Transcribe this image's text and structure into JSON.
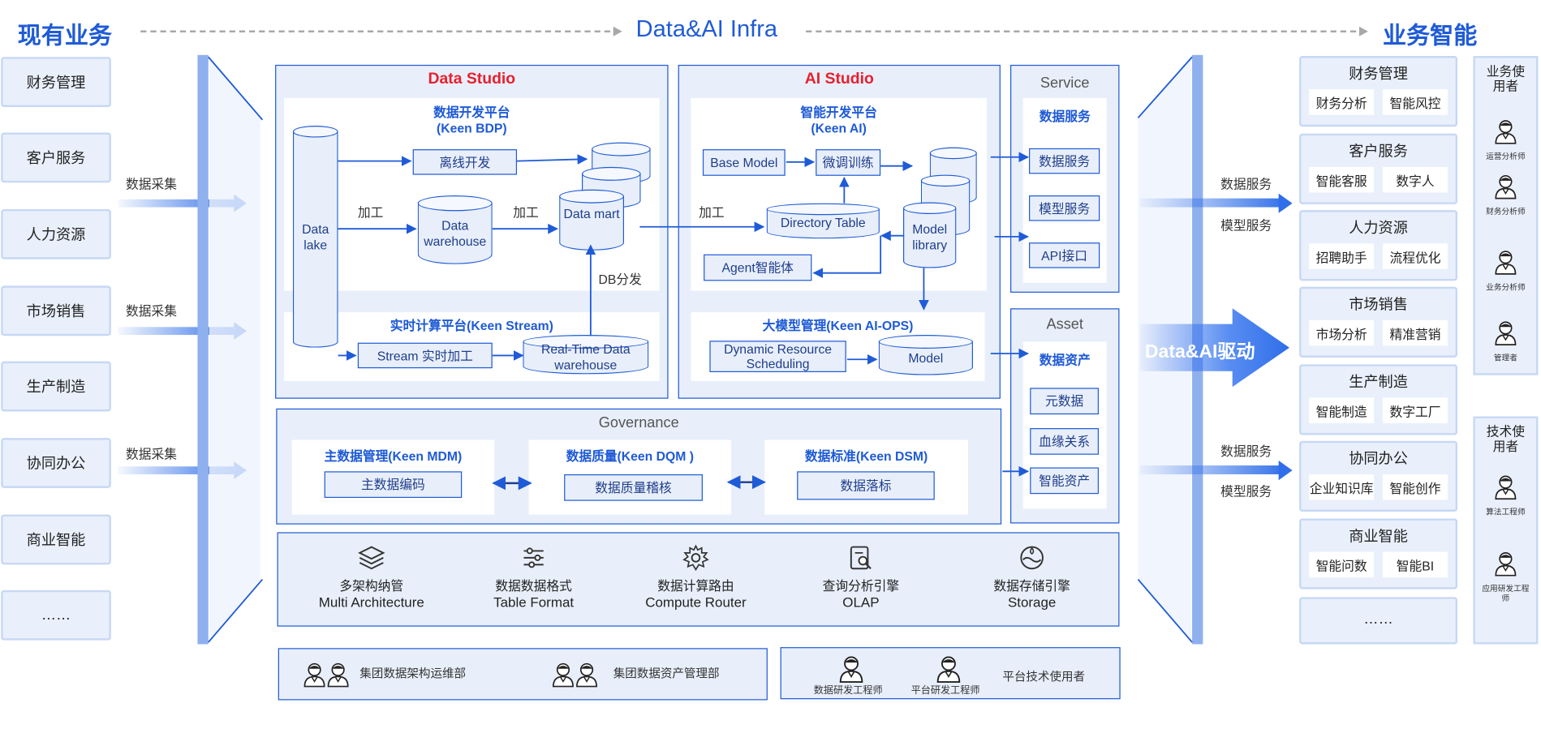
{
  "headers": {
    "left": "现有业务",
    "center": "Data&AI Infra",
    "right": "业务智能"
  },
  "left_business": [
    "财务管理",
    "客户服务",
    "人力资源",
    "市场销售",
    "生产制造",
    "协同办公",
    "商业智能",
    "……"
  ],
  "collect_label": "数据采集",
  "data_studio": {
    "title": "Data Studio",
    "bdp_title": "数据开发平台",
    "bdp_sub": "(Keen BDP)",
    "data_lake": "Data lake",
    "offline_dev": "离线开发",
    "process1": "加工",
    "process2": "加工",
    "warehouse": "Data warehouse",
    "mart": "Data mart",
    "db_dist": "DB分发",
    "stream_title": "实时计算平台(Keen Stream)",
    "stream_proc": "Stream 实时加工",
    "rt_warehouse": "Real-Time Data warehouse"
  },
  "ai_studio": {
    "title": "AI Studio",
    "dev_title": "智能开发平台",
    "dev_sub": "(Keen AI)",
    "process": "加工",
    "base_model": "Base Model",
    "finetune": "微调训练",
    "directory_table": "Directory Table",
    "model_library": "Model library",
    "agent": "Agent智能体",
    "ops_title": "大模型管理(Keen AI-OPS)",
    "dynamic": "Dynamic Resource Scheduling",
    "model": "Model"
  },
  "service": {
    "title": "Service",
    "sub": "数据服务",
    "items": [
      "数据服务",
      "模型服务",
      "API接口"
    ]
  },
  "asset": {
    "title": "Asset",
    "sub": "数据资产",
    "items": [
      "元数据",
      "血缘关系",
      "智能资产"
    ]
  },
  "governance": {
    "title": "Governance",
    "mdm_title": "主数据管理(Keen MDM)",
    "mdm_item": "主数据编码",
    "dqm_title": "数据质量(Keen DQM )",
    "dqm_item": "数据质量稽核",
    "dsm_title": "数据标准(Keen DSM)",
    "dsm_item": "数据落标"
  },
  "infra": [
    {
      "cn": "多架构纳管",
      "en": "Multi Architecture",
      "icon": "layers-icon"
    },
    {
      "cn": "数据数据格式",
      "en": "Table Format",
      "icon": "sliders-icon"
    },
    {
      "cn": "数据计算路由",
      "en": "Compute Router",
      "icon": "gear-icon"
    },
    {
      "cn": "查询分析引擎",
      "en": "OLAP",
      "icon": "document-search-icon"
    },
    {
      "cn": "数据存储引擎",
      "en": "Storage",
      "icon": "water-storage-icon"
    }
  ],
  "orgs": {
    "group_ops": "集团数据架构运维部",
    "group_asset": "集团数据资产管理部",
    "data_dev_eng": "数据研发工程师",
    "platform_dev_eng": "平台研发工程师",
    "platform_users": "平台技术使用者"
  },
  "right_flow": {
    "data_service": "数据服务",
    "model_service": "模型服务",
    "drive": "Data&AI驱动"
  },
  "right_panels": [
    {
      "title": "财务管理",
      "items": [
        "财务分析",
        "智能风控"
      ]
    },
    {
      "title": "客户服务",
      "items": [
        "智能客服",
        "数字人"
      ]
    },
    {
      "title": "人力资源",
      "items": [
        "招聘助手",
        "流程优化"
      ]
    },
    {
      "title": "市场销售",
      "items": [
        "市场分析",
        "精准营销"
      ]
    },
    {
      "title": "生产制造",
      "items": [
        "智能制造",
        "数字工厂"
      ]
    },
    {
      "title": "协同办公",
      "items": [
        "企业知识库",
        "智能创作"
      ]
    },
    {
      "title": "商业智能",
      "items": [
        "智能问数",
        "智能BI"
      ]
    }
  ],
  "right_more": "……",
  "business_users": {
    "title": "业务使用者",
    "people": [
      "运营分析师",
      "财务分析师",
      "业务分析师",
      "管理者"
    ]
  },
  "tech_users": {
    "title": "技术使用者",
    "people": [
      "算法工程师",
      "应用研发工程师"
    ]
  },
  "colors": {
    "primary": "#1f5bd6",
    "accent_red": "#e8202e",
    "panel_bg": "#e8effb"
  }
}
